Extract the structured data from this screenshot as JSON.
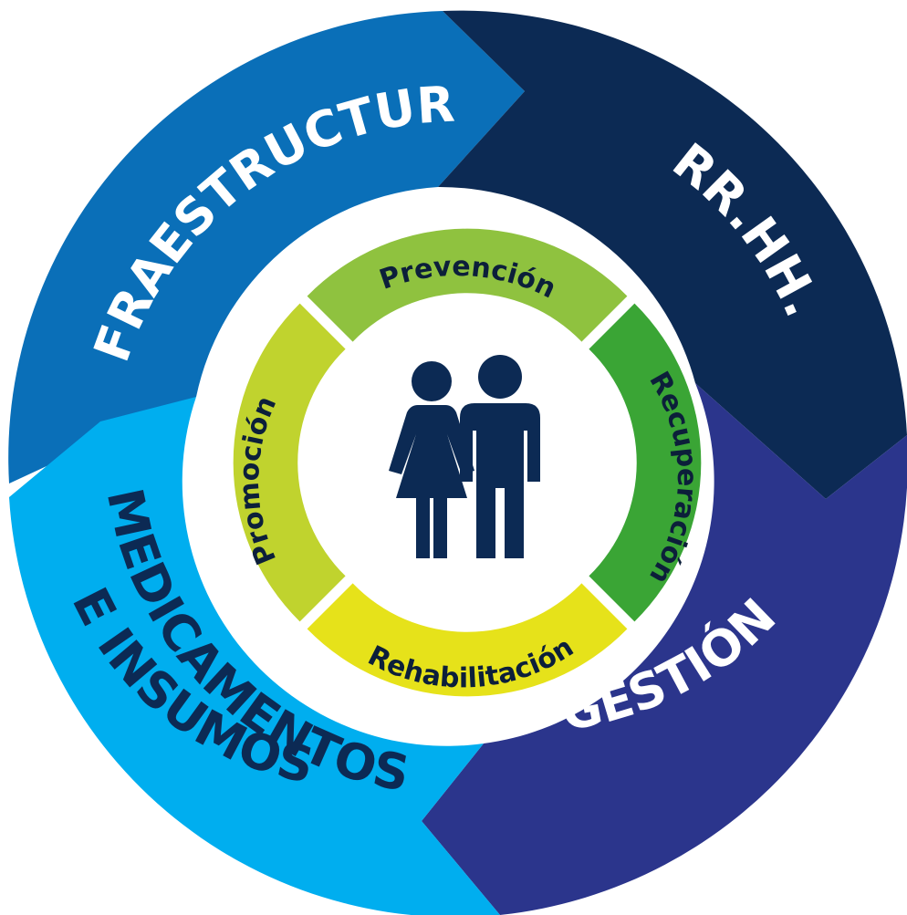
{
  "outer_segments": [
    {
      "key": "infra",
      "label": "INFRAESTRUCTURA",
      "color": "#0a6fb8",
      "text_color": "#ffffff"
    },
    {
      "key": "rrhh",
      "label": "RR.HH.",
      "color": "#0c2a54",
      "text_color": "#ffffff"
    },
    {
      "key": "gestion",
      "label": "GESTIÓN",
      "color": "#2b358c",
      "text_color": "#ffffff"
    },
    {
      "key": "med1",
      "label": "MEDICAMENTOS",
      "color": "#00aeef",
      "text_color": "#0c2a54"
    },
    {
      "key": "med2",
      "label": "E INSUMOS",
      "color": "#00aeef",
      "text_color": "#0c2a54"
    }
  ],
  "inner_segments": [
    {
      "key": "prevencion",
      "label": "Prevención",
      "color": "#8fc23f"
    },
    {
      "key": "recuperacion",
      "label": "Recuperación",
      "color": "#3aa535"
    },
    {
      "key": "rehabilitacion",
      "label": "Rehabilitación",
      "color": "#e6e21a"
    },
    {
      "key": "promocion",
      "label": "Promoción",
      "color": "#c0d32e"
    }
  ],
  "inner_text_color": "#0c1f3a",
  "people_icon_color": "#0c2a54"
}
